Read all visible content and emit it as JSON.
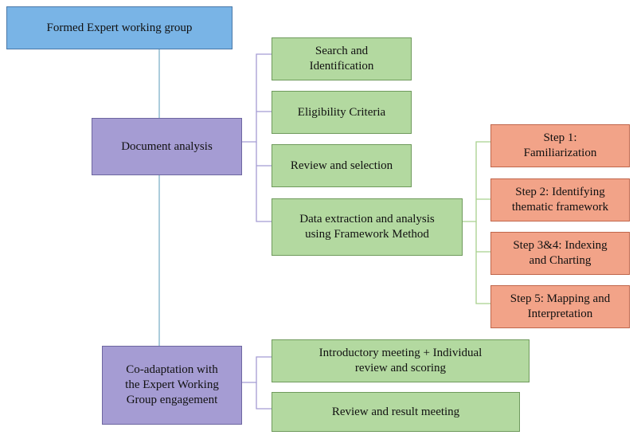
{
  "colors": {
    "root": "#79b4e6",
    "phase": "#a59cd3",
    "step": "#b3d9a0",
    "framework": "#f2a388",
    "line_vertical": "#7fb1c8",
    "line_phase": "#a59cd3",
    "line_framework": "#a8d08d"
  },
  "root": {
    "label": "Formed Expert working group"
  },
  "document_analysis": {
    "label": "Document analysis",
    "steps": [
      "Search and\nIdentification",
      "Eligibility Criteria",
      "Review and selection",
      "Data extraction and analysis\nusing Framework Method"
    ]
  },
  "framework_steps": [
    "Step 1:\nFamiliarization",
    "Step 2: Identifying\nthematic framework",
    "Step 3&4: Indexing\nand Charting",
    "Step 5: Mapping and\nInterpretation"
  ],
  "co_adaptation": {
    "label": "Co-adaptation with\nthe Expert Working\nGroup engagement",
    "steps": [
      "Introductory meeting + Individual\nreview and scoring",
      "Review and result meeting"
    ]
  }
}
